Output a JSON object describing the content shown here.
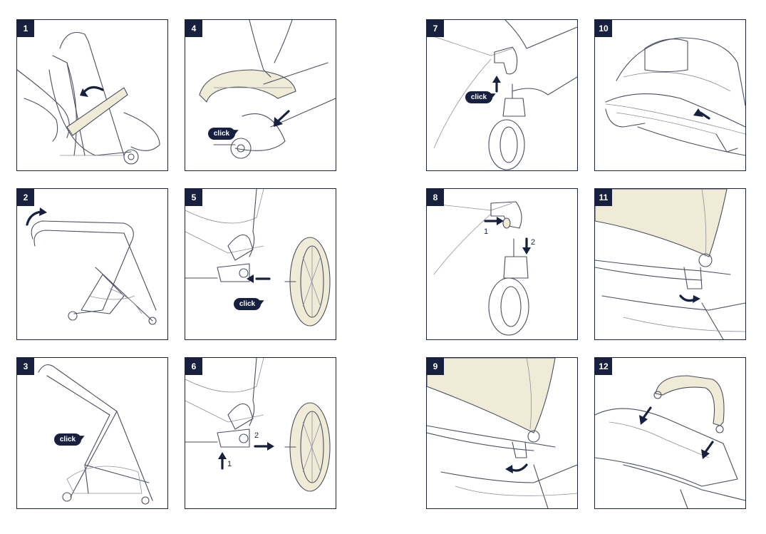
{
  "panels": [
    {
      "number": "1"
    },
    {
      "number": "2"
    },
    {
      "number": "3",
      "click": "click"
    },
    {
      "number": "4",
      "click": "click"
    },
    {
      "number": "5",
      "click": "click"
    },
    {
      "number": "6",
      "step_labels": [
        "1",
        "2"
      ]
    },
    {
      "number": "7",
      "click": "click"
    },
    {
      "number": "8",
      "step_labels": [
        "1",
        "2"
      ]
    },
    {
      "number": "9"
    },
    {
      "number": "10"
    },
    {
      "number": "11"
    },
    {
      "number": "12"
    }
  ],
  "colors": {
    "accent": "#17213f",
    "highlight": "#efebd7",
    "line": "#4a4f60"
  }
}
